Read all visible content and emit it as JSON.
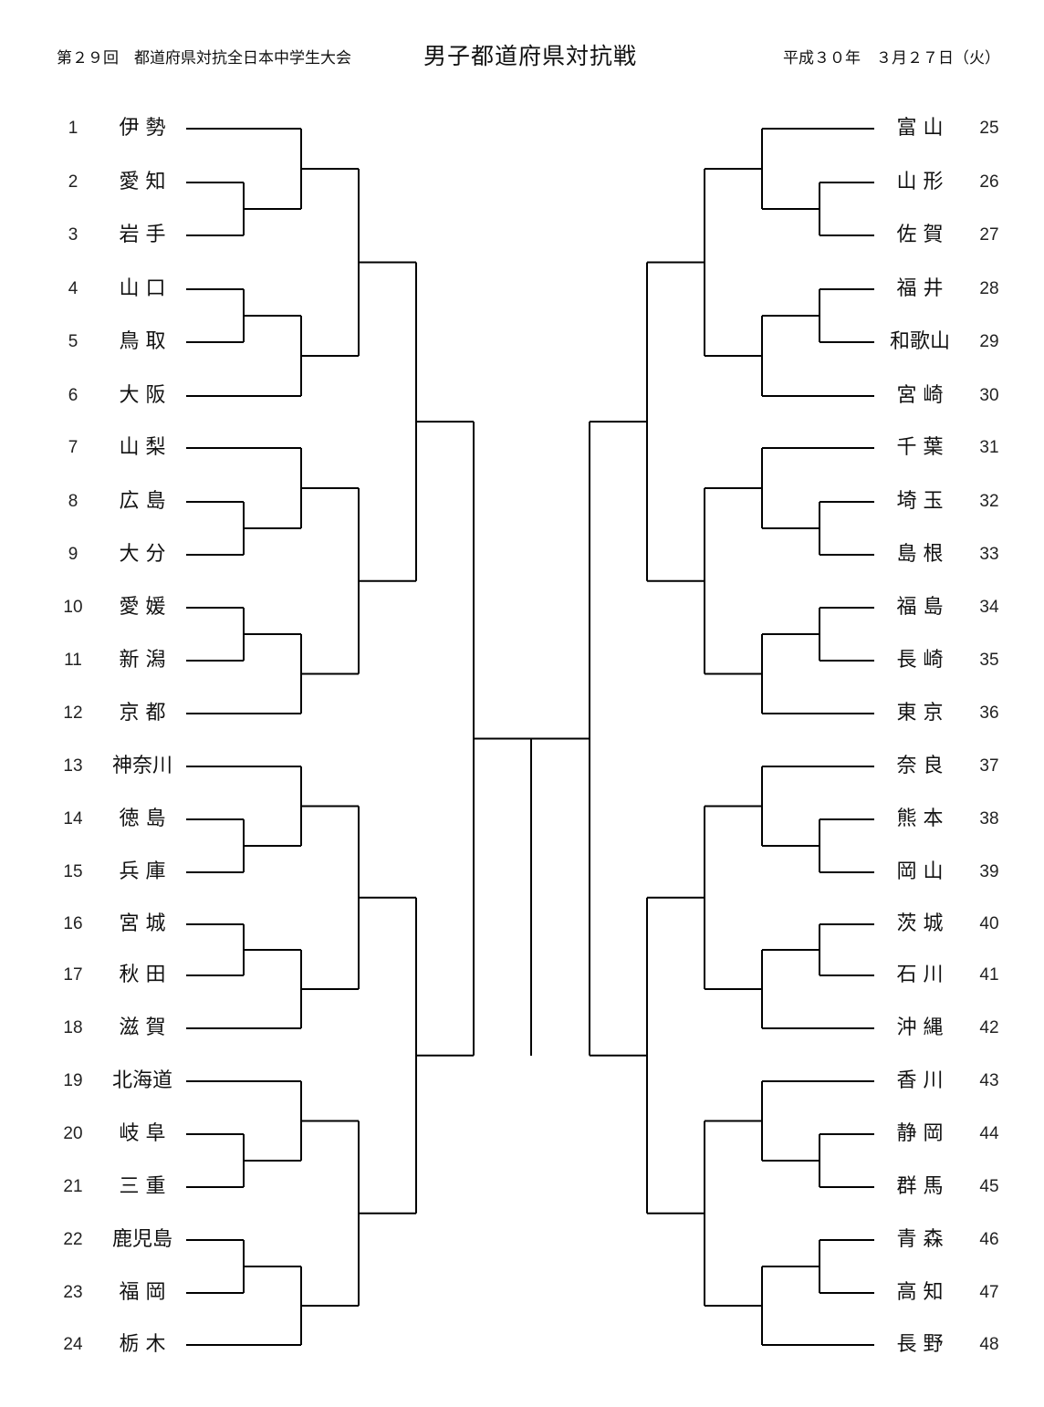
{
  "header": {
    "event": "第２９回　都道府県対抗全日本中学生大会",
    "title": "男子都道府県対抗戦",
    "date": "平成３０年　３月２７日（火）"
  },
  "left_entries": [
    {
      "no": "1",
      "name": "伊 勢"
    },
    {
      "no": "2",
      "name": "愛 知"
    },
    {
      "no": "3",
      "name": "岩 手"
    },
    {
      "no": "4",
      "name": "山 口"
    },
    {
      "no": "5",
      "name": "鳥 取"
    },
    {
      "no": "6",
      "name": "大 阪"
    },
    {
      "no": "7",
      "name": "山 梨"
    },
    {
      "no": "8",
      "name": "広 島"
    },
    {
      "no": "9",
      "name": "大 分"
    },
    {
      "no": "10",
      "name": "愛 媛"
    },
    {
      "no": "11",
      "name": "新 潟"
    },
    {
      "no": "12",
      "name": "京 都"
    },
    {
      "no": "13",
      "name": "神奈川"
    },
    {
      "no": "14",
      "name": "徳 島"
    },
    {
      "no": "15",
      "name": "兵 庫"
    },
    {
      "no": "16",
      "name": "宮 城"
    },
    {
      "no": "17",
      "name": "秋 田"
    },
    {
      "no": "18",
      "name": "滋 賀"
    },
    {
      "no": "19",
      "name": "北海道"
    },
    {
      "no": "20",
      "name": "岐 阜"
    },
    {
      "no": "21",
      "name": "三 重"
    },
    {
      "no": "22",
      "name": "鹿児島"
    },
    {
      "no": "23",
      "name": "福 岡"
    },
    {
      "no": "24",
      "name": "栃 木"
    }
  ],
  "right_entries": [
    {
      "no": "25",
      "name": "富 山"
    },
    {
      "no": "26",
      "name": "山 形"
    },
    {
      "no": "27",
      "name": "佐 賀"
    },
    {
      "no": "28",
      "name": "福 井"
    },
    {
      "no": "29",
      "name": "和歌山"
    },
    {
      "no": "30",
      "name": "宮 崎"
    },
    {
      "no": "31",
      "name": "千 葉"
    },
    {
      "no": "32",
      "name": "埼 玉"
    },
    {
      "no": "33",
      "name": "島 根"
    },
    {
      "no": "34",
      "name": "福 島"
    },
    {
      "no": "35",
      "name": "長 崎"
    },
    {
      "no": "36",
      "name": "東 京"
    },
    {
      "no": "37",
      "name": "奈 良"
    },
    {
      "no": "38",
      "name": "熊 本"
    },
    {
      "no": "39",
      "name": "岡 山"
    },
    {
      "no": "40",
      "name": "茨 城"
    },
    {
      "no": "41",
      "name": "石 川"
    },
    {
      "no": "42",
      "name": "沖 縄"
    },
    {
      "no": "43",
      "name": "香 川"
    },
    {
      "no": "44",
      "name": "静 岡"
    },
    {
      "no": "45",
      "name": "群 馬"
    },
    {
      "no": "46",
      "name": "青 森"
    },
    {
      "no": "47",
      "name": "高 知"
    },
    {
      "no": "48",
      "name": "長 野"
    }
  ]
}
